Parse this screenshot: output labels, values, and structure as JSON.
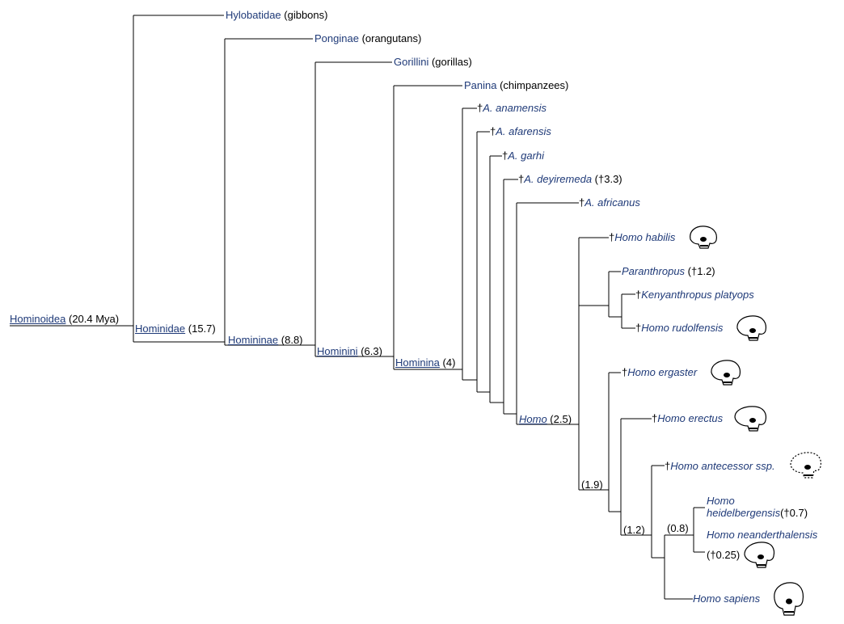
{
  "labels": {
    "hominoidea": {
      "name": "Hominoidea",
      "note": " (20.4 Mya)"
    },
    "hominidae": {
      "name": "Hominidae",
      "note": " (15.7)"
    },
    "homininae": {
      "name": "Homininae",
      "note": "  (8.8)"
    },
    "hominini": {
      "name": "Hominini",
      "note": "  (6.3)"
    },
    "hominina": {
      "name": "Hominina",
      "note": " (4)"
    },
    "homo": {
      "name": "Homo",
      "note": " (2.5)"
    },
    "node_19": "(1.9)",
    "node_12": "(1.2)",
    "node_08": "(0.8)",
    "hylobatidae": {
      "name": "Hylobatidae",
      "note": " (gibbons)"
    },
    "ponginae": {
      "name": "Ponginae",
      "note": " (orangutans)"
    },
    "gorillini": {
      "name": "Gorillini",
      "note": " (gorillas)"
    },
    "panina": {
      "name": "Panina",
      "note": " (chimpanzees)"
    },
    "anamensis": {
      "dagger": "†",
      "name": "A. anamensis"
    },
    "afarensis": {
      "dagger": "†",
      "name": "A. afarensis"
    },
    "garhi": {
      "dagger": "†",
      "name": "A. garhi"
    },
    "deyiremeda": {
      "dagger": "†",
      "name": "A. deyiremeda",
      "note": " (†3.3)"
    },
    "africanus": {
      "dagger": "†",
      "name": "A. africanus"
    },
    "habilis": {
      "dagger": "†",
      "name": "Homo habilis"
    },
    "paranthropus": {
      "name": "Paranthropus",
      "note": " (†1.2)"
    },
    "kenyanthropus": {
      "dagger": "†",
      "name": "Kenyanthropus platyops"
    },
    "rudolfensis": {
      "dagger": "†",
      "name": "Homo rudolfensis"
    },
    "ergaster": {
      "dagger": "†",
      "name": "Homo ergaster"
    },
    "erectus": {
      "dagger": "†",
      "name": "Homo erectus"
    },
    "antecessor": {
      "dagger": "†",
      "name": "Homo antecessor ssp."
    },
    "heidelbergensis": {
      "line1": "Homo",
      "line2": "heidelbergensis",
      "note": "(†0.7)"
    },
    "neanderthalensis": {
      "name": "Homo neanderthalensis",
      "note": "(†0.25)"
    },
    "sapiens": {
      "name": "Homo sapiens"
    }
  },
  "colors": {
    "link": "#1f3a78",
    "line": "#000000"
  },
  "icons": [
    "skull-icon"
  ]
}
